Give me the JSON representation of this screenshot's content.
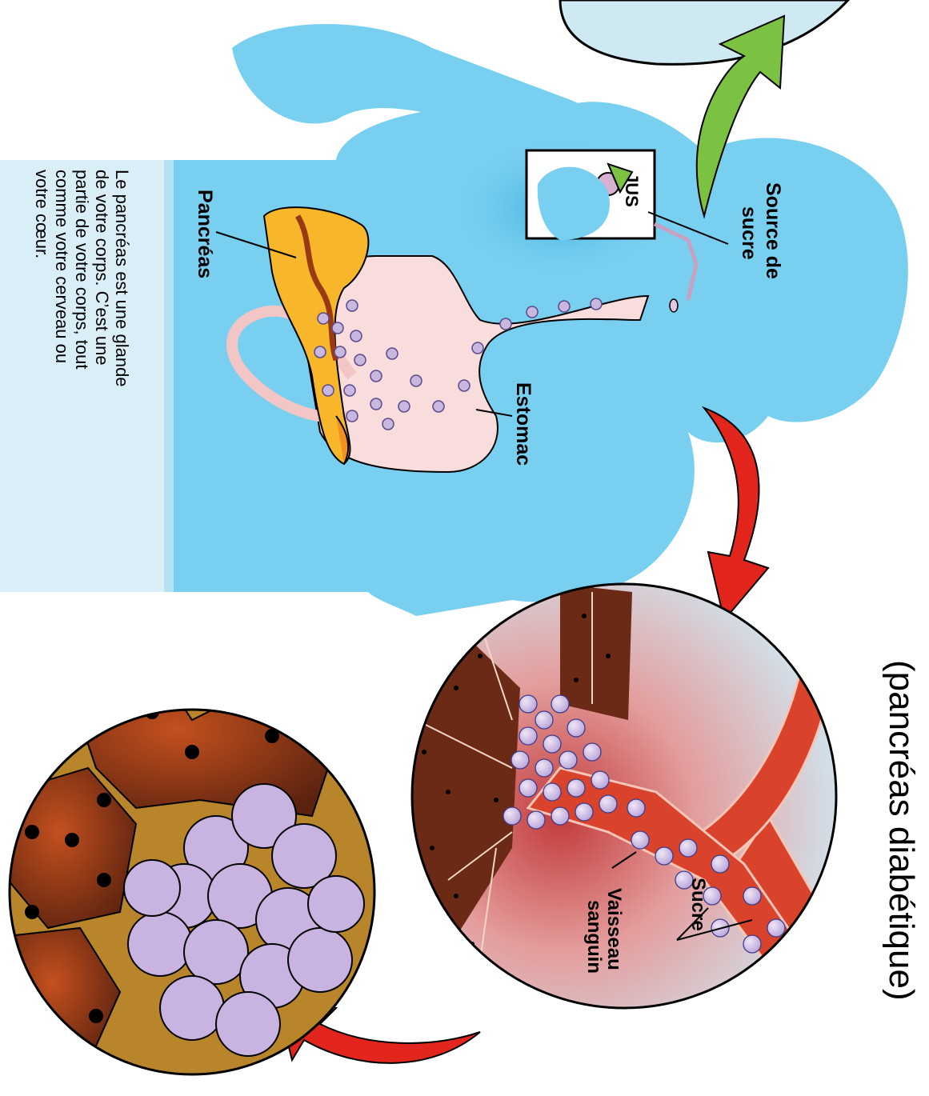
{
  "title": "(pancréas diabétique)",
  "labels": {
    "source": [
      "Source de",
      "sucre"
    ],
    "jus": "JUS",
    "pancreas": "Pancréas",
    "estomac": "Estomac",
    "sucre": "Sucre",
    "vaisseau": [
      "Vaisseau",
      "sanguin"
    ]
  },
  "description": [
    "Le pancréas est une glande",
    "de votre corps. C’est une",
    "partie de votre corps, tout",
    "comme votre cerveau ou",
    "votre cœur."
  ],
  "colors": {
    "body": "#79cff0",
    "stomach": "#f9dcdc",
    "pancreas": "#f8b62b",
    "sugar": "#c8b8e0",
    "vessel": "#d9432c",
    "cells": "#6b2a16",
    "arrow_green": "#7cc242",
    "arrow_red": "#e2261d"
  }
}
